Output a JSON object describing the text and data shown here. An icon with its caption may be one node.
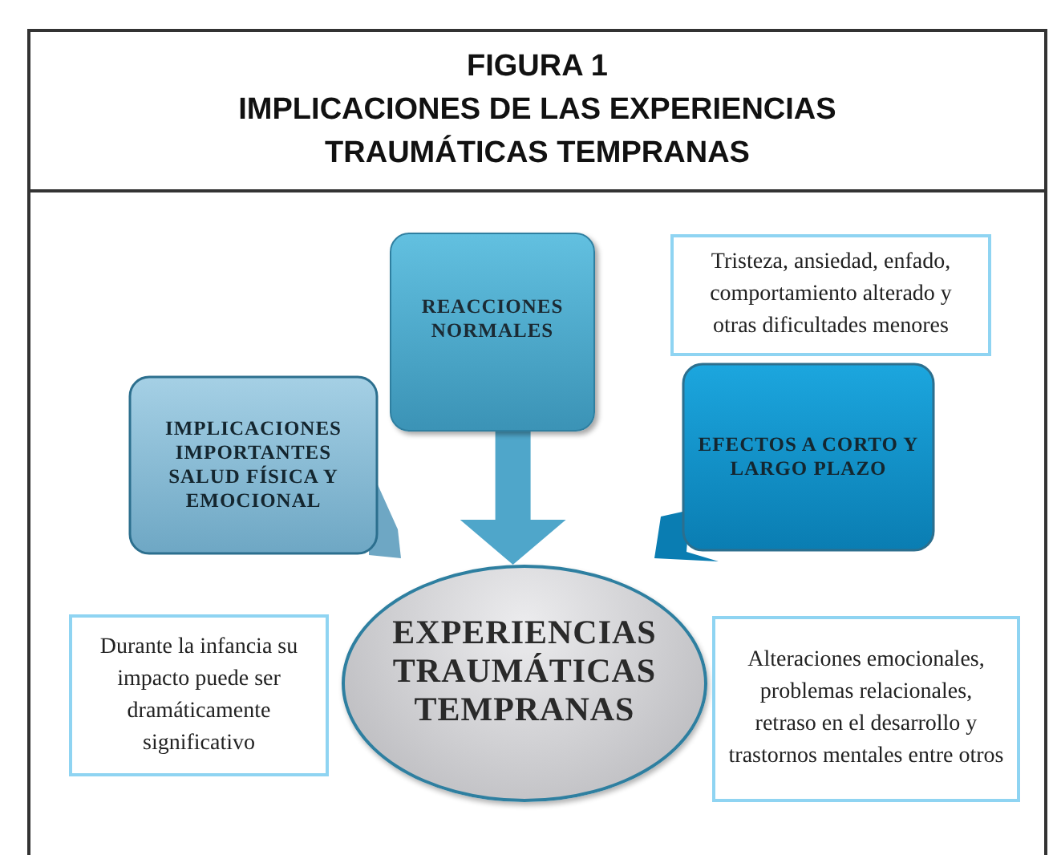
{
  "diagram": {
    "title": "IMPLICACIONES DE LAS EXPERIENCIAS TRAUMÁTICAS TEMPRANAS",
    "nodes": [
      {
        "text": [
          "REACCIONES NORMALES"
        ]
      },
      {
        "text": [
          "Tristeza, ansiedad, enfado, comportamiento alterado y otras dificultades menores"
        ]
      },
      {
        "text": [
          "IMPLICACIONES IMPORTANTES SALUD FÍSICA Y EMOCIONAL"
        ]
      },
      {
        "text": [
          "EFECTOS A CORTO Y LARGO PLAZO"
        ]
      },
      {
        "text": [
          "Durante la infancia su impacto puede ser dramáticamente significativo"
        ]
      },
      {
        "text": [
          "EXPERIENCIAS TRAUMÁTICAS TEMPRANAS"
        ]
      },
      {
        "text": [
          "Alteraciones emocionales, problemas relacionales, retraso en el desarrollo y trastornos mentales entre otros"
        ]
      }
    ],
    "edges": [
      {
        "from": 0,
        "to": 5,
        "arrow": "to"
      }
    ],
    "labels": [
      "FIGURA 1"
    ]
  }
}
